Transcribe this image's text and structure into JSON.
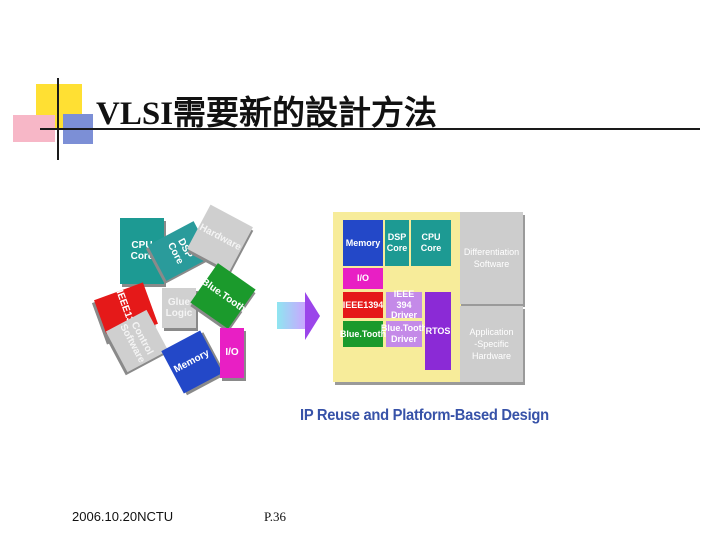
{
  "slide": {
    "title": "VLSI需要新的設計方法",
    "footer_left": "2006.10.20NCTU",
    "footer_right": "P.36"
  },
  "scattered_tiles": [
    {
      "label": "CPU\nCore",
      "color": "#1d9a93"
    },
    {
      "label": "DSP\nCore",
      "color": "#2a9b9b"
    },
    {
      "label": "Hardware",
      "color": "#cfcfcf"
    },
    {
      "label": "IEEE1394",
      "color": "#e51919"
    },
    {
      "label": "Glue\nLogic",
      "color": "#d0d0d0"
    },
    {
      "label": "Blue.Tooth",
      "color": "#1b9a2c"
    },
    {
      "label": "Control\nSoftware",
      "color": "#cfcfcf"
    },
    {
      "label": "Memory",
      "color": "#2348c8"
    },
    {
      "label": "I/O",
      "color": "#e81fc4"
    }
  ],
  "platform": {
    "memory": "Memory",
    "dsp": "DSP\nCore",
    "cpu": "CPU\nCore",
    "io": "I/O",
    "ieee": "IEEE1394",
    "ieee_driver": "IEEE 394\nDriver",
    "bluetooth": "Blue.Tooth",
    "bt_driver": "Blue.Tooth\nDriver",
    "rtos": "RTOS",
    "diff_software": "Differentiation\nSoftware",
    "app_hardware": "Application\n-Specific\nHardware"
  },
  "caption": "IP Reuse and Platform-Based Design",
  "colors": {
    "teal": "#1d9a93",
    "blue": "#2348c8",
    "red": "#e51919",
    "green": "#1b9a2c",
    "magenta": "#e81fc4",
    "purple": "#8b2ad6",
    "caption_blue": "#3752a8"
  }
}
